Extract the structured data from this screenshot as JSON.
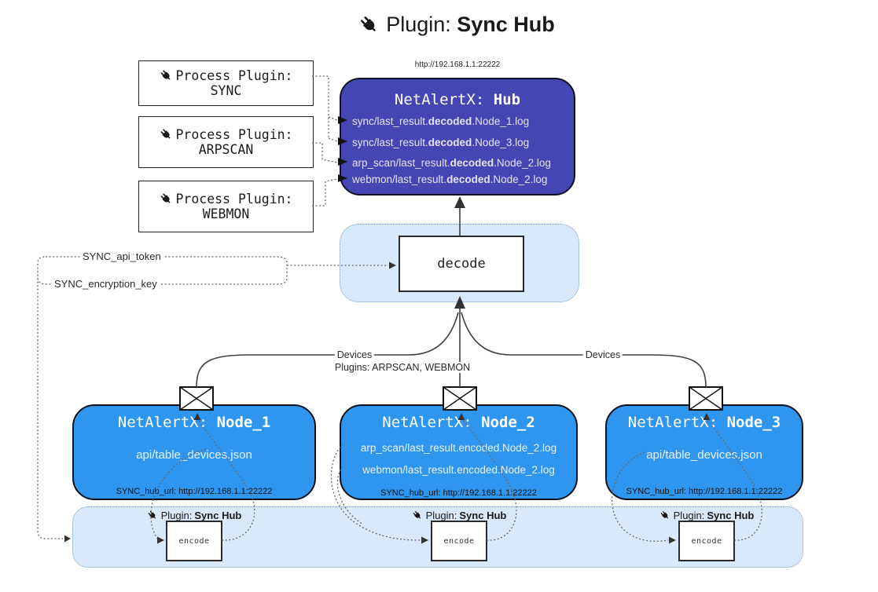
{
  "title": {
    "prefix": "Plugin:",
    "name": "Sync Hub"
  },
  "process_plugins": [
    {
      "label": "Process Plugin:",
      "name": "SYNC"
    },
    {
      "label": "Process Plugin:",
      "name": "ARPSCAN"
    },
    {
      "label": "Process Plugin:",
      "name": "WEBMON"
    }
  ],
  "hub": {
    "url": "http://192.168.1.1:22222",
    "title_prefix": "NetAlertX: ",
    "title_name": "Hub",
    "files": [
      {
        "pre": "sync/last_result.",
        "bold": "decoded",
        "post": ".Node_1.log"
      },
      {
        "pre": "sync/last_result.",
        "bold": "decoded",
        "post": ".Node_3.log"
      },
      {
        "pre": "arp_scan/last_result.",
        "bold": "decoded",
        "post": ".Node_2.log"
      },
      {
        "pre": "webmon/last_result.",
        "bold": "decoded",
        "post": ".Node_2.log"
      }
    ]
  },
  "decode_label": "decode",
  "secrets": {
    "api_token": "SYNC_api_token",
    "encryption_key": "SYNC_encryption_key"
  },
  "edge_labels": {
    "devices_left": "Devices",
    "plugins": "Plugins: ARPSCAN, WEBMON",
    "devices_right": "Devices"
  },
  "nodes": [
    {
      "title_prefix": "NetAlertX: ",
      "title_name": "Node_1",
      "files": [
        "api/table_devices.json"
      ],
      "hub_url": "SYNC_hub_url: http://192.168.1.1:22222"
    },
    {
      "title_prefix": "NetAlertX: ",
      "title_name": "Node_2",
      "files": [
        "arp_scan/last_result.encoded.Node_2.log",
        "webmon/last_result.encoded.Node_2.log"
      ],
      "hub_url": "SYNC_hub_url: http://192.168.1.1:22222"
    },
    {
      "title_prefix": "NetAlertX: ",
      "title_name": "Node_3",
      "files": [
        "api/table_devices.json"
      ],
      "hub_url": "SYNC_hub_url: http://192.168.1.1:22222"
    }
  ],
  "encode_band": {
    "label_prefix": "Plugin:",
    "label_name": "Sync Hub",
    "box_label": "encode"
  },
  "colors": {
    "hub_bg": "#4446b4",
    "node_bg": "#2e96ef",
    "band_bg": "#d7e9fa",
    "band_border": "#7a9cc4",
    "hub_text": "#e4e4f4",
    "node_text": "#e8f2fd",
    "solid_line": "#404040",
    "dotted_line": "#666666"
  }
}
